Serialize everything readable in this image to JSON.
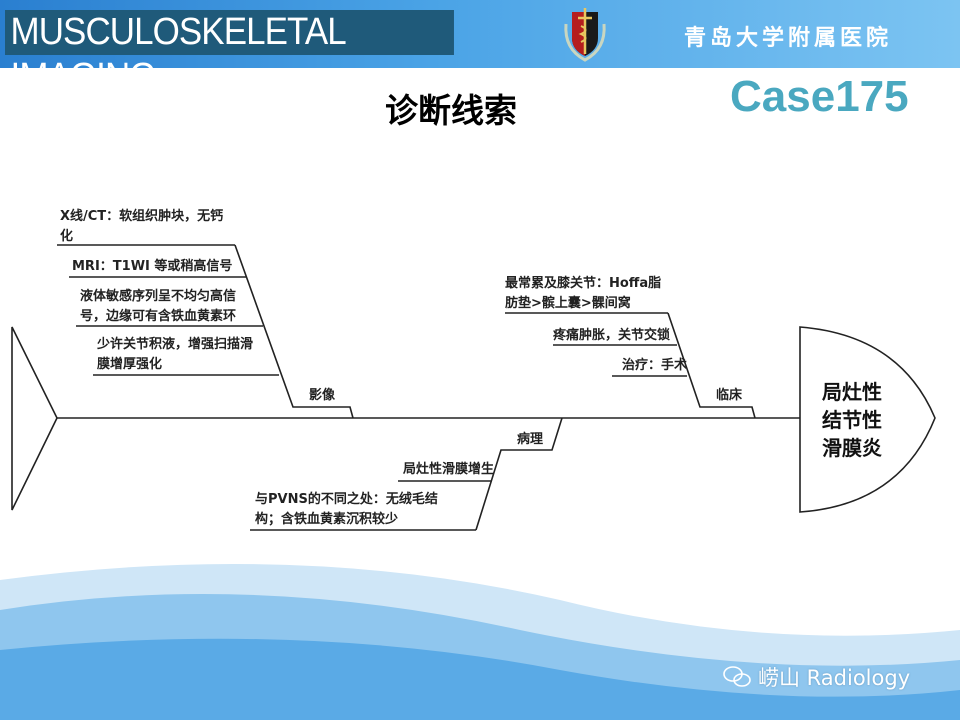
{
  "header": {
    "banner": "MUSCULOSKELETAL IMAGING",
    "hospital": "青岛大学附属医院",
    "colors": {
      "band": "#4aa3e6",
      "banner_bg": "#1f5a7a"
    }
  },
  "title": "诊断线索",
  "case_label": "Case175",
  "case_color": "#4aa8c0",
  "fishbone": {
    "head": [
      "局灶性",
      "结节性",
      "滑膜炎"
    ],
    "imaging": {
      "label": "影像",
      "items": [
        [
          "X线/CT：软组织肿块，无钙",
          "化"
        ],
        [
          "MRI：T1WI 等或稍高信号"
        ],
        [
          "液体敏感序列呈不均匀高信",
          "号，边缘可有含铁血黄素环"
        ],
        [
          "少许关节积液，增强扫描滑",
          "膜增厚强化"
        ]
      ]
    },
    "clinical": {
      "label": "临床",
      "items": [
        [
          "最常累及膝关节：Hoffa脂",
          "肪垫>髌上囊>髁间窝"
        ],
        [
          "疼痛肿胀，关节交锁"
        ],
        [
          "治疗：手术"
        ]
      ]
    },
    "pathology": {
      "label": "病理",
      "items": [
        [
          "局灶性滑膜增生"
        ],
        [
          "与PVNS的不同之处：无绒毛结",
          "构；含铁血黄素沉积较少"
        ]
      ]
    }
  },
  "watermark": {
    "icon": "wechat-icon",
    "text": "崂山 Radiology"
  }
}
